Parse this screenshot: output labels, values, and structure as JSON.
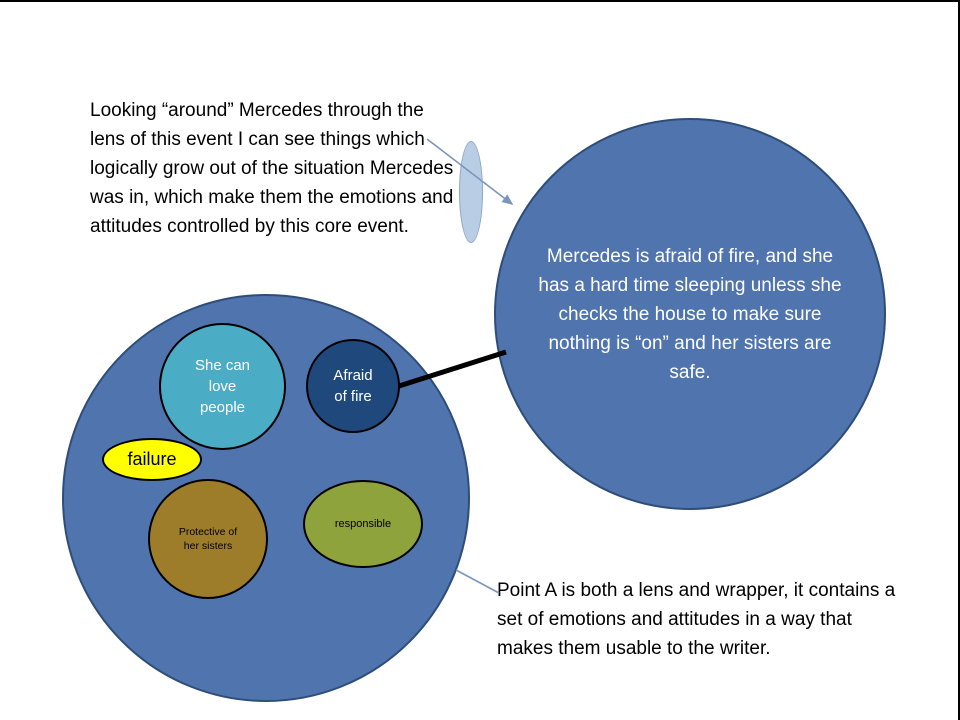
{
  "colors": {
    "wrapper_circle_fill": "#4f74ae",
    "circle_border": "#2e4d78",
    "love_circle_fill": "#4bacc6",
    "afraid_circle_fill": "#1f497d",
    "failure_fill": "#ffff00",
    "protective_fill": "#9d7d2a",
    "responsible_fill": "#8fa33c",
    "lens_fill": "#b9cde5",
    "connector_blue": "#7b96bc",
    "connector_black": "#000000"
  },
  "annotations": {
    "lens_note": "Looking “around” Mercedes through the lens of this event I can see things which logically grow out of the situation Mercedes was in, which make them the emotions and attitudes controlled by this core event.",
    "point_a_note": "Point A is both a lens and wrapper, it contains a set of emotions and attitudes in a way that makes them usable to the writer."
  },
  "event_circle": {
    "text": "Mercedes is afraid of fire, and she has a hard time sleeping unless she checks the house to make sure nothing is “on” and her sisters are safe."
  },
  "wrapper_circle": {
    "bubbles": {
      "love": "She can love people",
      "afraid": "Afraid of fire",
      "failure": "failure",
      "protective": "Protective of her sisters",
      "responsible": "responsible"
    }
  }
}
